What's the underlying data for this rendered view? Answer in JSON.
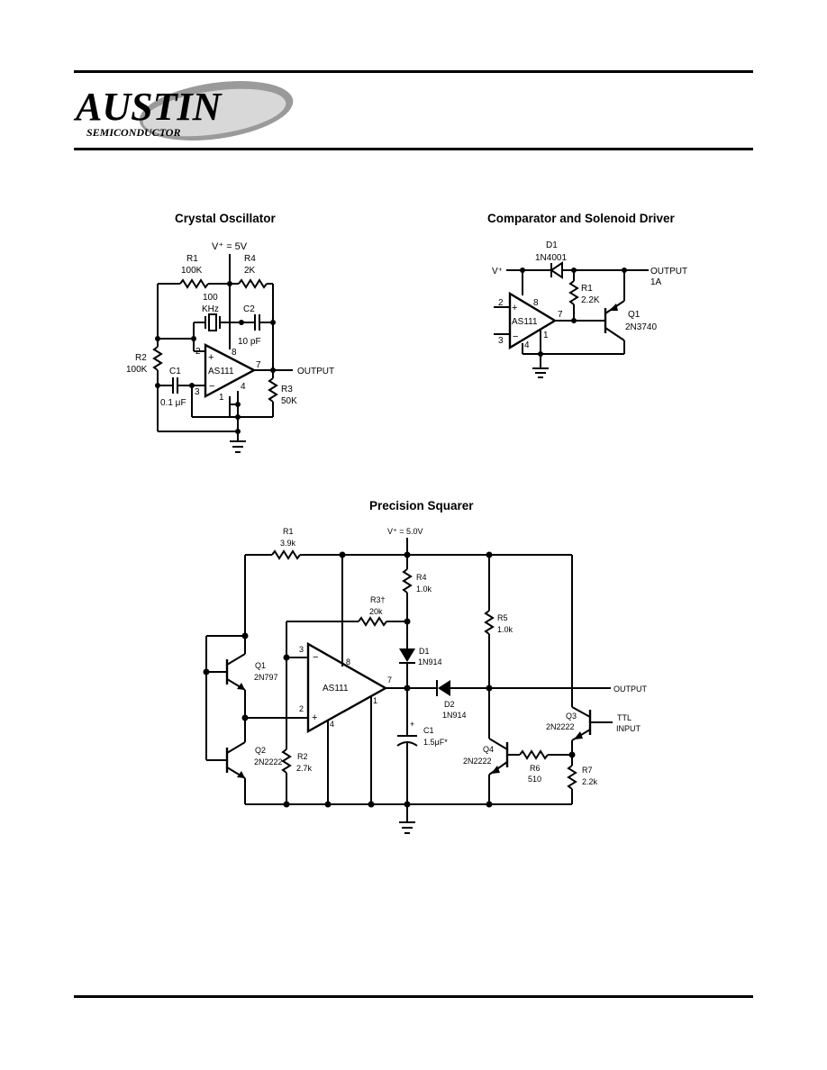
{
  "header": {
    "brand": "AUSTIN",
    "brand_sub": "SEMICONDUCTOR"
  },
  "crystal_oscillator": {
    "title": "Crystal Oscillator",
    "vplus": "V⁺ = 5V",
    "r1_name": "R1",
    "r1_val": "100K",
    "r4_name": "R4",
    "r4_val": "2K",
    "xtal_l1": "100",
    "xtal_l2": "KHz",
    "c2_name": "C2",
    "c2_val": "10 pF",
    "r2_name": "R2",
    "r2_val": "100K",
    "c1_name": "C1",
    "c1_val": "0.1 μF",
    "r3_name": "R3",
    "r3_val": "50K",
    "opamp": "AS111",
    "pin2": "2",
    "pin3": "3",
    "pin8": "8",
    "pin7": "7",
    "pin4": "4",
    "pin1": "1",
    "output": "OUTPUT"
  },
  "comparator_solenoid": {
    "title": "Comparator and Solenoid Driver",
    "d1_name": "D1",
    "d1_val": "1N4001",
    "vplus": "V⁺",
    "output_l1": "OUTPUT",
    "output_l2": "1A",
    "r1_name": "R1",
    "r1_val": "2.2K",
    "q1_name": "Q1",
    "q1_val": "2N3740",
    "opamp": "AS111",
    "pin2": "2",
    "pin3": "3",
    "pin8": "8",
    "pin7": "7",
    "pin4": "4",
    "pin1": "1"
  },
  "precision_squarer": {
    "title": "Precision Squarer",
    "vplus": "V⁺ = 5.0V",
    "r1_name": "R1",
    "r1_val": "3.9k",
    "r4_name": "R4",
    "r4_val": "1.0k",
    "r3_name": "R3†",
    "r3_val": "20k",
    "r5_name": "R5",
    "r5_val": "1.0k",
    "d1_name": "D1",
    "d1_val": "1N914",
    "d2_name": "D2",
    "d2_val": "1N914",
    "q1_name": "Q1",
    "q1_val": "2N797",
    "q2_name": "Q2",
    "q2_val": "2N2222",
    "q3_name": "Q3",
    "q3_val": "2N2222",
    "q4_name": "Q4",
    "q4_val": "2N2222",
    "r2_name": "R2",
    "r2_val": "2.7k",
    "r6_name": "R6",
    "r6_val": "510",
    "r7_name": "R7",
    "r7_val": "2.2k",
    "c1_name": "C1",
    "c1_val": "1.5μF*",
    "c1_plus": "+",
    "opamp": "AS111",
    "pin3": "3",
    "pin2": "2",
    "pin8": "8",
    "pin7": "7",
    "pin4": "4",
    "pin1": "1",
    "output": "OUTPUT",
    "ttl_l1": "TTL",
    "ttl_l2": "INPUT"
  }
}
